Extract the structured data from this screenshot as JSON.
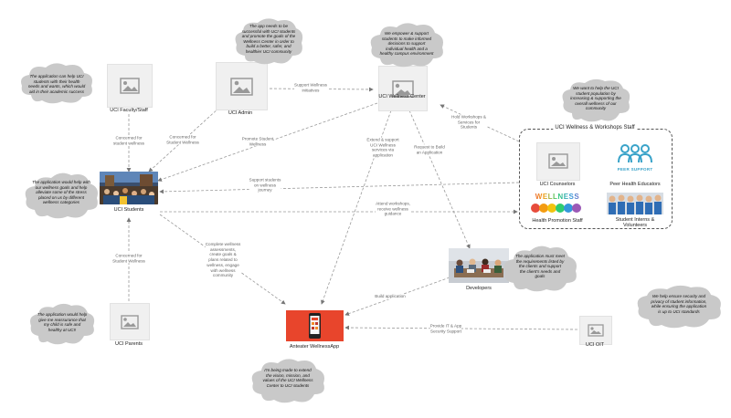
{
  "nodes": {
    "faculty": {
      "label": "UCI Faculty/Staff",
      "icon": "image-placeholder-icon"
    },
    "admin": {
      "label": "UCI Admin",
      "icon": "image-placeholder-icon"
    },
    "wellness_center": {
      "label": "UCI Wellness Center",
      "icon": "image-placeholder-icon"
    },
    "students": {
      "label": "UCI Students",
      "icon": "campus-crowd-photo"
    },
    "parents": {
      "label": "UCI Parents",
      "icon": "image-placeholder-icon"
    },
    "app": {
      "label": "Anteater WellnessApp",
      "icon": "mobile-app-photo"
    },
    "developers": {
      "label": "Developers",
      "icon": "team-meeting-photo"
    },
    "oit": {
      "label": "UCI OIT",
      "icon": "image-placeholder-icon"
    }
  },
  "group": {
    "title": "UCI Wellness & Workshops Staff",
    "members": {
      "counselors": "UCI Counselors",
      "peer": "Peer Health Educators",
      "promotion": "Health Promotion Staff",
      "interns_line1": "Student Interns &",
      "interns_line2": "Volunteers"
    },
    "peer_logo_text": "PEER SUPPORT",
    "wellness_logo_text": "WELLNESS"
  },
  "edges": {
    "admin_center": [
      "Support Wellness",
      "initiatives"
    ],
    "faculty_students": [
      "Concerned for",
      "student wellness"
    ],
    "admin_students": [
      "Concerned for",
      "Student Wellness"
    ],
    "admin_promote": [
      "Promote Student",
      "Wellness"
    ],
    "center_students": [
      "Support students",
      "on wellness",
      "journey"
    ],
    "center_app": [
      "Extend & support",
      "UCI Wellness",
      "services via",
      "application"
    ],
    "center_dev": [
      "Request to Build",
      "an Application"
    ],
    "staff_center": [
      "Hold Workshops &",
      "Services for",
      "Students"
    ],
    "students_staff": [
      "Attend workshops,",
      "receive wellness",
      "guidance"
    ],
    "students_app": [
      "Complete wellness",
      "assessments,",
      "create goals &",
      "plans related to",
      "wellness, engage",
      "with wellness",
      "community"
    ],
    "parents_students": [
      "Concerned for",
      "Student Wellness"
    ],
    "dev_app": [
      "Build application"
    ],
    "oit_app": [
      "Provide IT & App",
      "Security Support"
    ]
  },
  "clouds": {
    "faculty": [
      "The application can help UCI",
      "students with their health",
      "needs and wants, which would",
      "aid in their academic success"
    ],
    "admin": [
      "The app needs to be",
      "successful with UCI students",
      "and promote the goals of the",
      "Wellness Center in order to",
      "build a better, safer, and",
      "healthier UCI community"
    ],
    "center": [
      "We empower & support",
      "students to make informed",
      "decisions to support",
      "individual health and a",
      "healthy campus environment"
    ],
    "staff": [
      "We want to help the UCI",
      "student population by",
      "increasing & supporting the",
      "overall wellness of our",
      "community"
    ],
    "students": [
      "The application would help with",
      "our wellness goals and help",
      "alleviate some of the stress",
      "placed on us by different",
      "wellness categories"
    ],
    "developers": [
      "The application must meet",
      "the requirements listed by",
      "the clients and support",
      "the client's needs and",
      "goals"
    ],
    "oit": [
      "We help ensure security and",
      "privacy of student information,",
      "while ensuring the application",
      "is up to UCI standards"
    ],
    "parents": [
      "The application would help",
      "give me reassurance that",
      "my child is safe and",
      "healthy at UCI!"
    ],
    "app": [
      "I'm being made to extend",
      "the vision, mission, and",
      "values of the UCI Wellness",
      "Center to UCI students"
    ]
  }
}
